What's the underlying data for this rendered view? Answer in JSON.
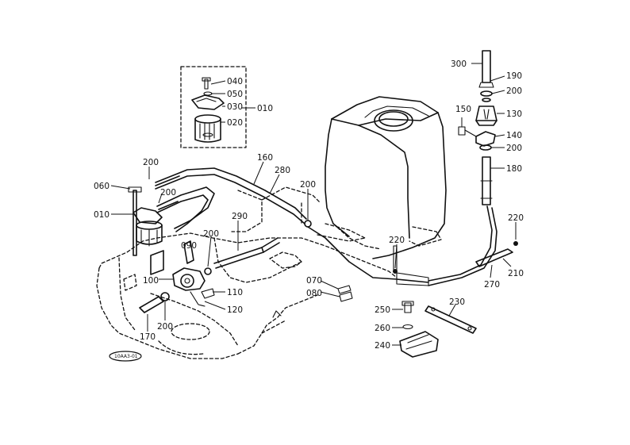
{
  "callouts": [
    {
      "id": "c300",
      "text": "300"
    },
    {
      "id": "c190",
      "text": "190"
    },
    {
      "id": "c200a",
      "text": "200"
    },
    {
      "id": "c130",
      "text": "130"
    },
    {
      "id": "c150",
      "text": "150"
    },
    {
      "id": "c140",
      "text": "140"
    },
    {
      "id": "c200b",
      "text": "200"
    },
    {
      "id": "c180",
      "text": "180"
    },
    {
      "id": "c040",
      "text": "040"
    },
    {
      "id": "c050",
      "text": "050"
    },
    {
      "id": "c030",
      "text": "030"
    },
    {
      "id": "c010box",
      "text": "010"
    },
    {
      "id": "c020",
      "text": "020"
    },
    {
      "id": "c200c",
      "text": "200"
    },
    {
      "id": "c060",
      "text": "060"
    },
    {
      "id": "c200d",
      "text": "200"
    },
    {
      "id": "c010",
      "text": "010"
    },
    {
      "id": "c160",
      "text": "160"
    },
    {
      "id": "c280",
      "text": "280"
    },
    {
      "id": "c200e",
      "text": "200"
    },
    {
      "id": "c290",
      "text": "290"
    },
    {
      "id": "c200f",
      "text": "200"
    },
    {
      "id": "c090",
      "text": "090"
    },
    {
      "id": "c220a",
      "text": "220"
    },
    {
      "id": "c220b",
      "text": "220"
    },
    {
      "id": "c210",
      "text": "210"
    },
    {
      "id": "c270",
      "text": "270"
    },
    {
      "id": "c100",
      "text": "100"
    },
    {
      "id": "c110",
      "text": "110"
    },
    {
      "id": "c120",
      "text": "120"
    },
    {
      "id": "c070",
      "text": "070"
    },
    {
      "id": "c080",
      "text": "080"
    },
    {
      "id": "c200g",
      "text": "200"
    },
    {
      "id": "c170",
      "text": "170"
    },
    {
      "id": "c250",
      "text": "250"
    },
    {
      "id": "c230",
      "text": "230"
    },
    {
      "id": "c260",
      "text": "260"
    },
    {
      "id": "c240",
      "text": "240"
    }
  ],
  "stamp": {
    "text": "10AA3-01"
  }
}
